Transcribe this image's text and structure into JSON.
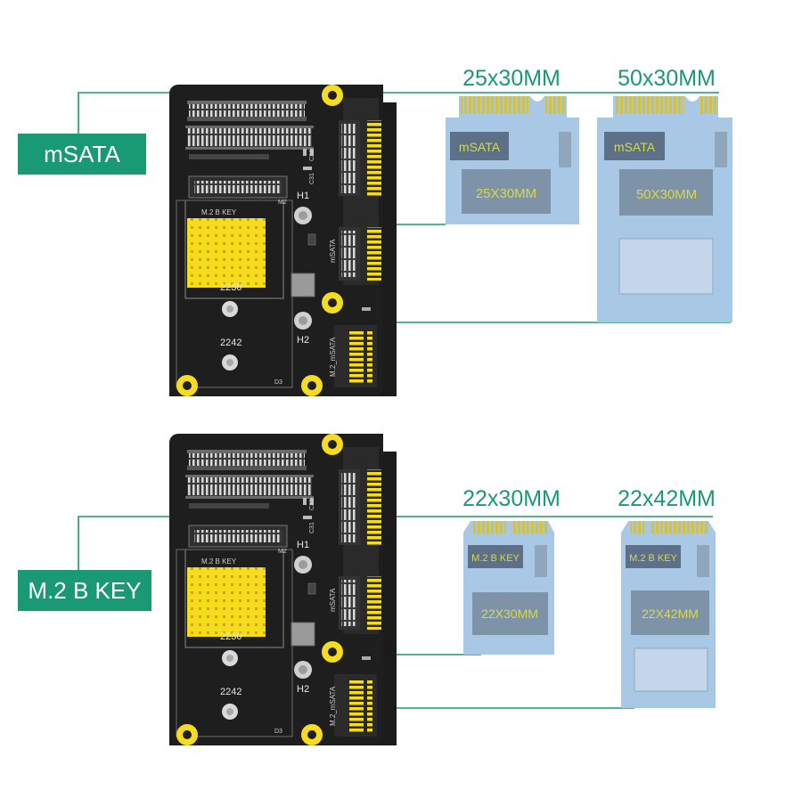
{
  "sections": [
    {
      "label": "mSATA",
      "board": {
        "slot_label": "M.2   B   KEY",
        "pos_2230": "2230",
        "pos_2242": "2242",
        "hole_h1": "H1",
        "hole_h2": "H2",
        "vertical_msata": "mSATA",
        "vertical_m2msata": "M.2_mSATA",
        "c32": "C32",
        "c31": "C31",
        "m2": "M2",
        "d3": "D3"
      },
      "cards": [
        {
          "title": "25x30MM",
          "name_label": "mSATA",
          "chip_label": "25X30MM"
        },
        {
          "title": "50x30MM",
          "name_label": "mSATA",
          "chip_label": "50X30MM"
        }
      ]
    },
    {
      "label": "M.2  B  KEY",
      "board": {
        "slot_label": "M.2   B   KEY",
        "pos_2230": "2230",
        "pos_2242": "2242",
        "hole_h1": "H1",
        "hole_h2": "H2",
        "vertical_msata": "mSATA",
        "vertical_m2msata": "M.2_mSATA",
        "c32": "C32",
        "c31": "C31",
        "m2": "M2",
        "d3": "D3"
      },
      "cards": [
        {
          "title": "22x30MM",
          "name_label": "M.2  B  KEY",
          "chip_label": "22X30MM"
        },
        {
          "title": "22x42MM",
          "name_label": "M.2  B  KEY",
          "chip_label": "22X42MM"
        }
      ]
    }
  ],
  "colors": {
    "accent_green": "#1a9a74",
    "board_black": "#1c1c1c",
    "gold": "#f2d21a",
    "card_blue": "#a9c8e6",
    "card_text": "#d8d84a"
  },
  "icons": [
    "mounting-hole-icon",
    "screw-icon",
    "sata-connector-icon"
  ]
}
